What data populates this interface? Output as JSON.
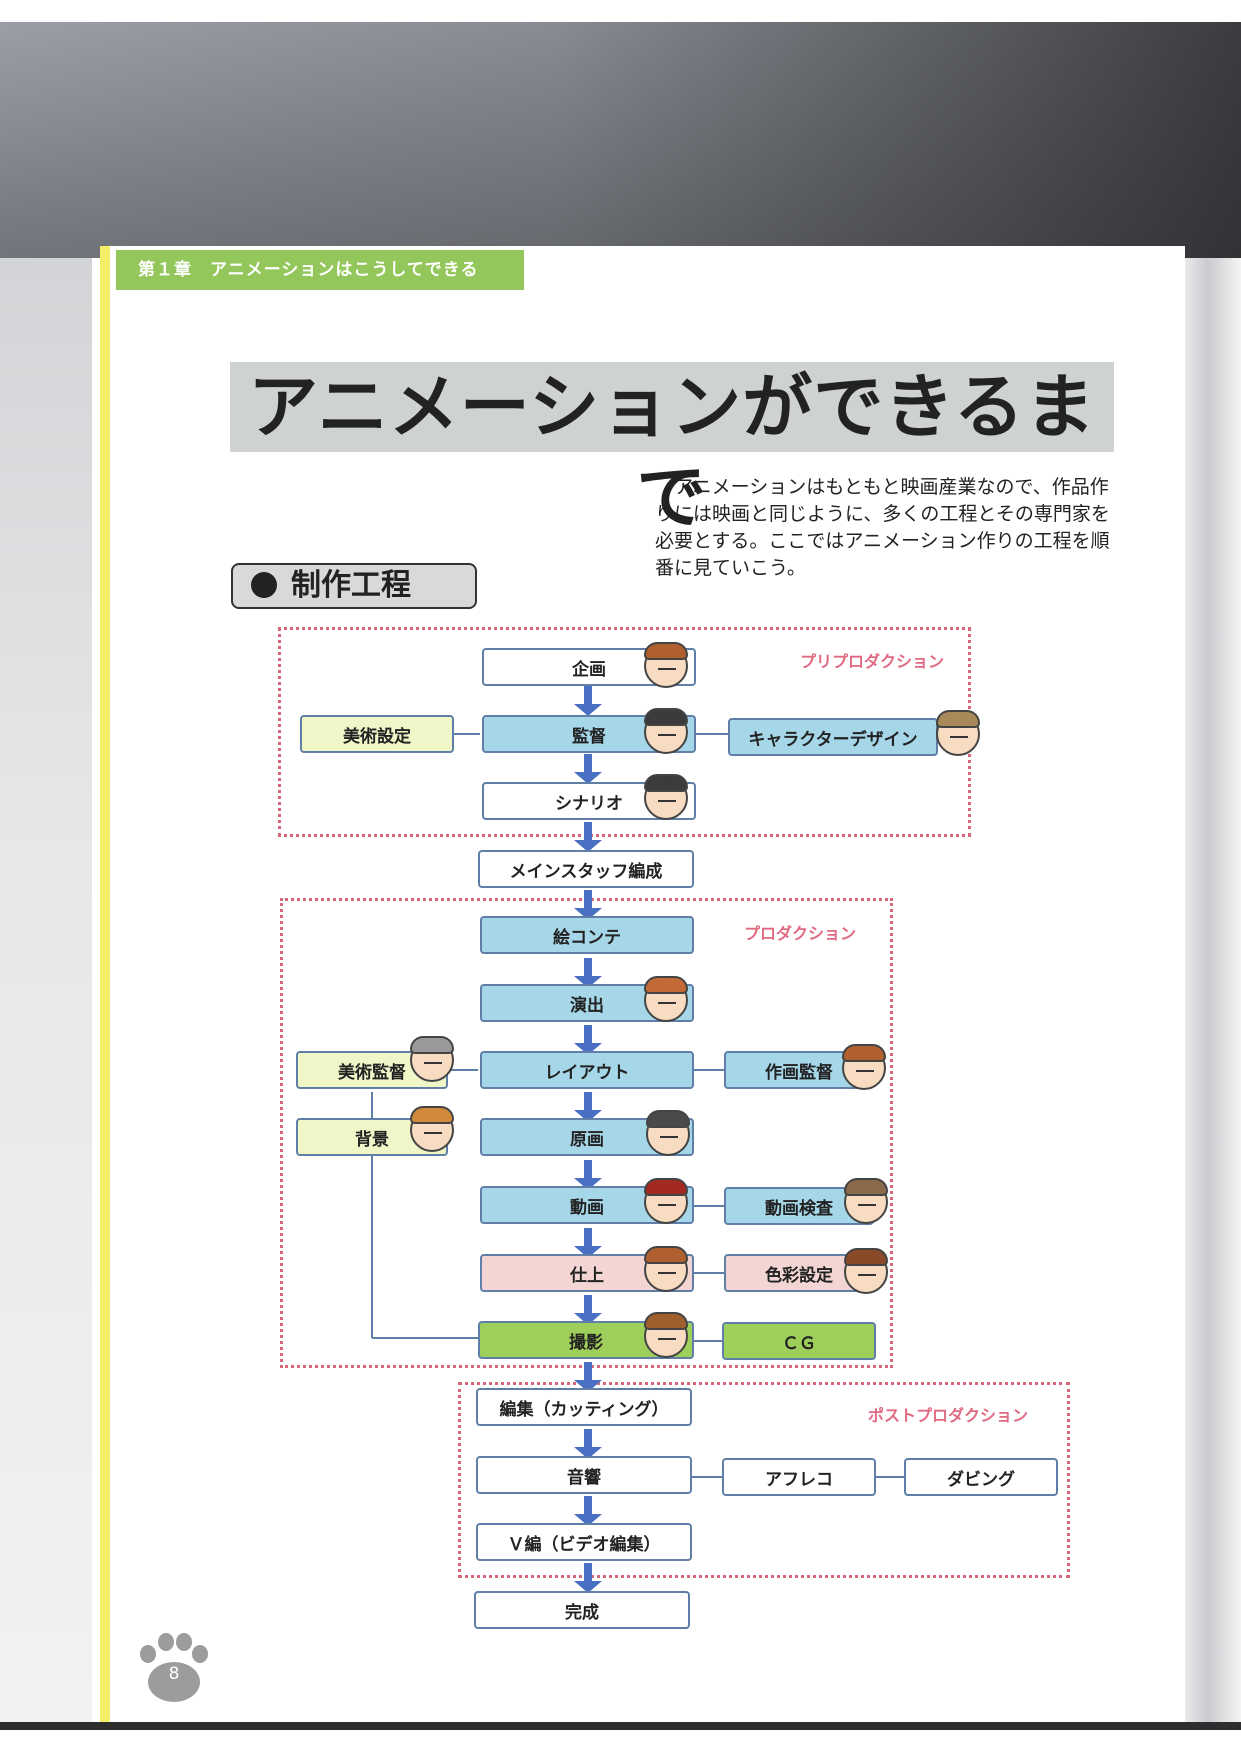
{
  "chapter": "第１章　アニメーションはこうしてできる",
  "title": "アニメーションができるまで",
  "lead": "アニメーションはもともと映画産業なので、作品作りには映画と同じように、多くの工程とその専門家を必要とする。ここではアニメーション作りの工程を順番に見ていこう。",
  "section": "制作工程",
  "regions": {
    "pre": "プリプロダクション",
    "pro": "プロダクション",
    "post": "ポストプロダクション"
  },
  "steps": {
    "kikaku": "企画",
    "kantoku": "監督",
    "bijutsu_settei": "美術設定",
    "chara_design": "キャラクターデザイン",
    "scenario": "シナリオ",
    "main_staff": "メインスタッフ編成",
    "ekonte": "絵コンテ",
    "enshutsu": "演出",
    "bijutsu_kantoku": "美術監督",
    "layout": "レイアウト",
    "sakuga_kantoku": "作画監督",
    "haikei": "背景",
    "genga": "原画",
    "douga": "動画",
    "douga_kensa": "動画検査",
    "shiage": "仕上",
    "shikisai_settei": "色彩設定",
    "satsuei": "撮影",
    "cg": "ＣＧ",
    "henshu": "編集（カッティング）",
    "onkyo": "音響",
    "afureko": "アフレコ",
    "dubbing": "ダビング",
    "v_hen": "Ｖ編（ビデオ編集）",
    "kansei": "完成"
  },
  "page_number": "8",
  "colors": {
    "chapter_bar": "#94c75b",
    "region_border": "#d5677a",
    "arrow": "#4a70c4",
    "box_blue": "#a6d7e8",
    "box_yellow": "#f1f6c9",
    "box_pink": "#f3d6d4",
    "box_green": "#9fcf5b"
  }
}
